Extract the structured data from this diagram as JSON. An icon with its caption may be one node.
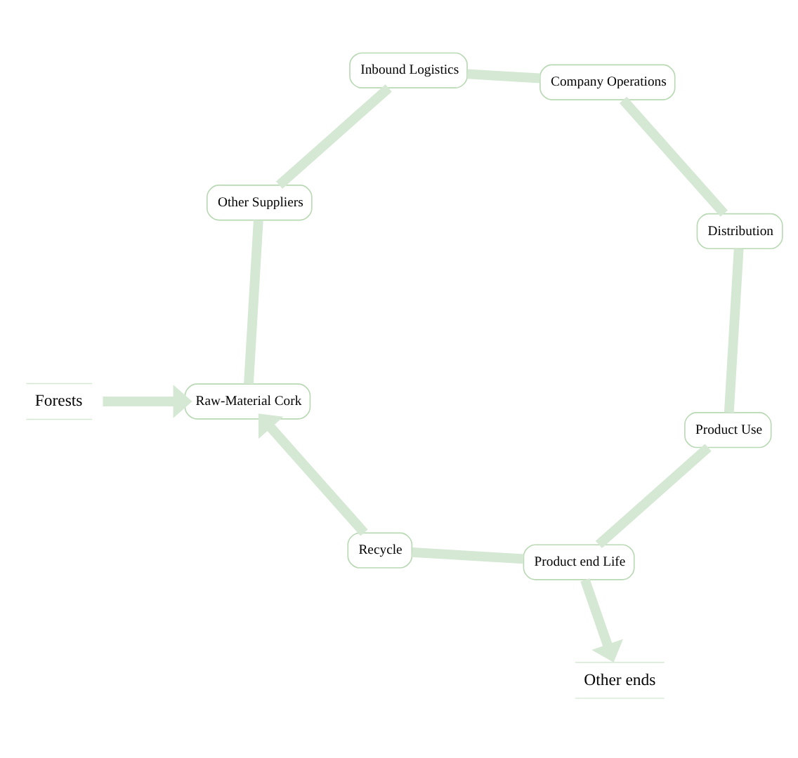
{
  "diagram": {
    "nodes": [
      {
        "text": [
          "Forests"
        ]
      },
      {
        "text": [
          "Raw-Material Cork"
        ]
      },
      {
        "text": [
          "Other Suppliers"
        ]
      },
      {
        "text": [
          "Inbound Logistics"
        ]
      },
      {
        "text": [
          "Company Operations"
        ]
      },
      {
        "text": [
          "Distribution"
        ]
      },
      {
        "text": [
          "Product Use"
        ]
      },
      {
        "text": [
          "Product end Life"
        ]
      },
      {
        "text": [
          "Recycle"
        ]
      },
      {
        "text": [
          "Other ends"
        ]
      }
    ],
    "edges": [
      {
        "from": 0,
        "to": 1,
        "arrow": "to"
      },
      {
        "from": 1,
        "to": 2,
        "arrow": "none"
      },
      {
        "from": 2,
        "to": 3,
        "arrow": "none"
      },
      {
        "from": 3,
        "to": 4,
        "arrow": "none"
      },
      {
        "from": 4,
        "to": 5,
        "arrow": "none"
      },
      {
        "from": 5,
        "to": 6,
        "arrow": "none"
      },
      {
        "from": 6,
        "to": 7,
        "arrow": "none"
      },
      {
        "from": 7,
        "to": 8,
        "arrow": "none"
      },
      {
        "from": 8,
        "to": 1,
        "arrow": "to"
      },
      {
        "from": 7,
        "to": 9,
        "arrow": "to"
      }
    ]
  }
}
